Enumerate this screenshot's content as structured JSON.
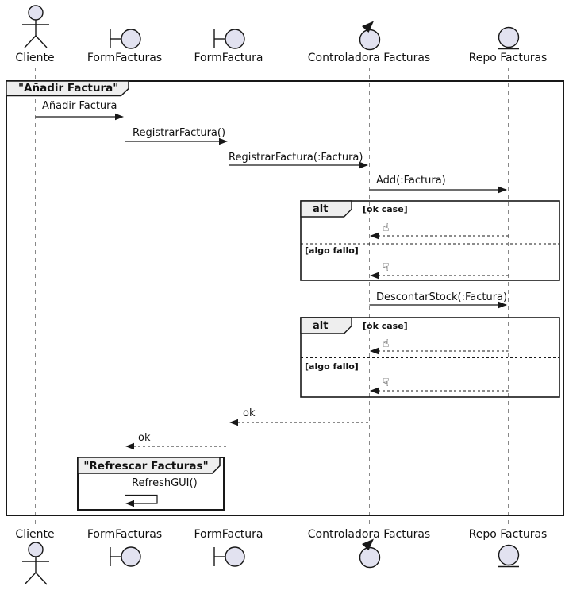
{
  "frame": {
    "title": "\"Añadir Factura\""
  },
  "inner_frame": {
    "title": "\"Refrescar Facturas\""
  },
  "participants": [
    {
      "name": "Cliente",
      "type": "actor"
    },
    {
      "name": "FormFacturas",
      "type": "boundary"
    },
    {
      "name": "FormFactura",
      "type": "boundary"
    },
    {
      "name": "Controladora Facturas",
      "type": "control"
    },
    {
      "name": "Repo Facturas",
      "type": "entity"
    }
  ],
  "messages": {
    "anadir_factura": "Añadir Factura",
    "registrar_factura": "RegistrarFactura()",
    "registrar_factura_param": "RegistrarFactura(:Factura)",
    "add_factura": "Add(:Factura)",
    "descontar_stock": "DescontarStock(:Factura)",
    "ok": "ok",
    "refresh_gui": "RefreshGUI()"
  },
  "fragments": {
    "operator": "alt",
    "guard_ok": "[ok case]",
    "guard_fail": "[algo fallo]"
  },
  "icons": {
    "thumbs_up": "☝",
    "thumbs_down": "☟"
  },
  "colors": {
    "stroke": "#181818",
    "shape_fill": "#E2E2F0",
    "title_fill": "#EEEEEE",
    "lifeline": "#888888"
  }
}
